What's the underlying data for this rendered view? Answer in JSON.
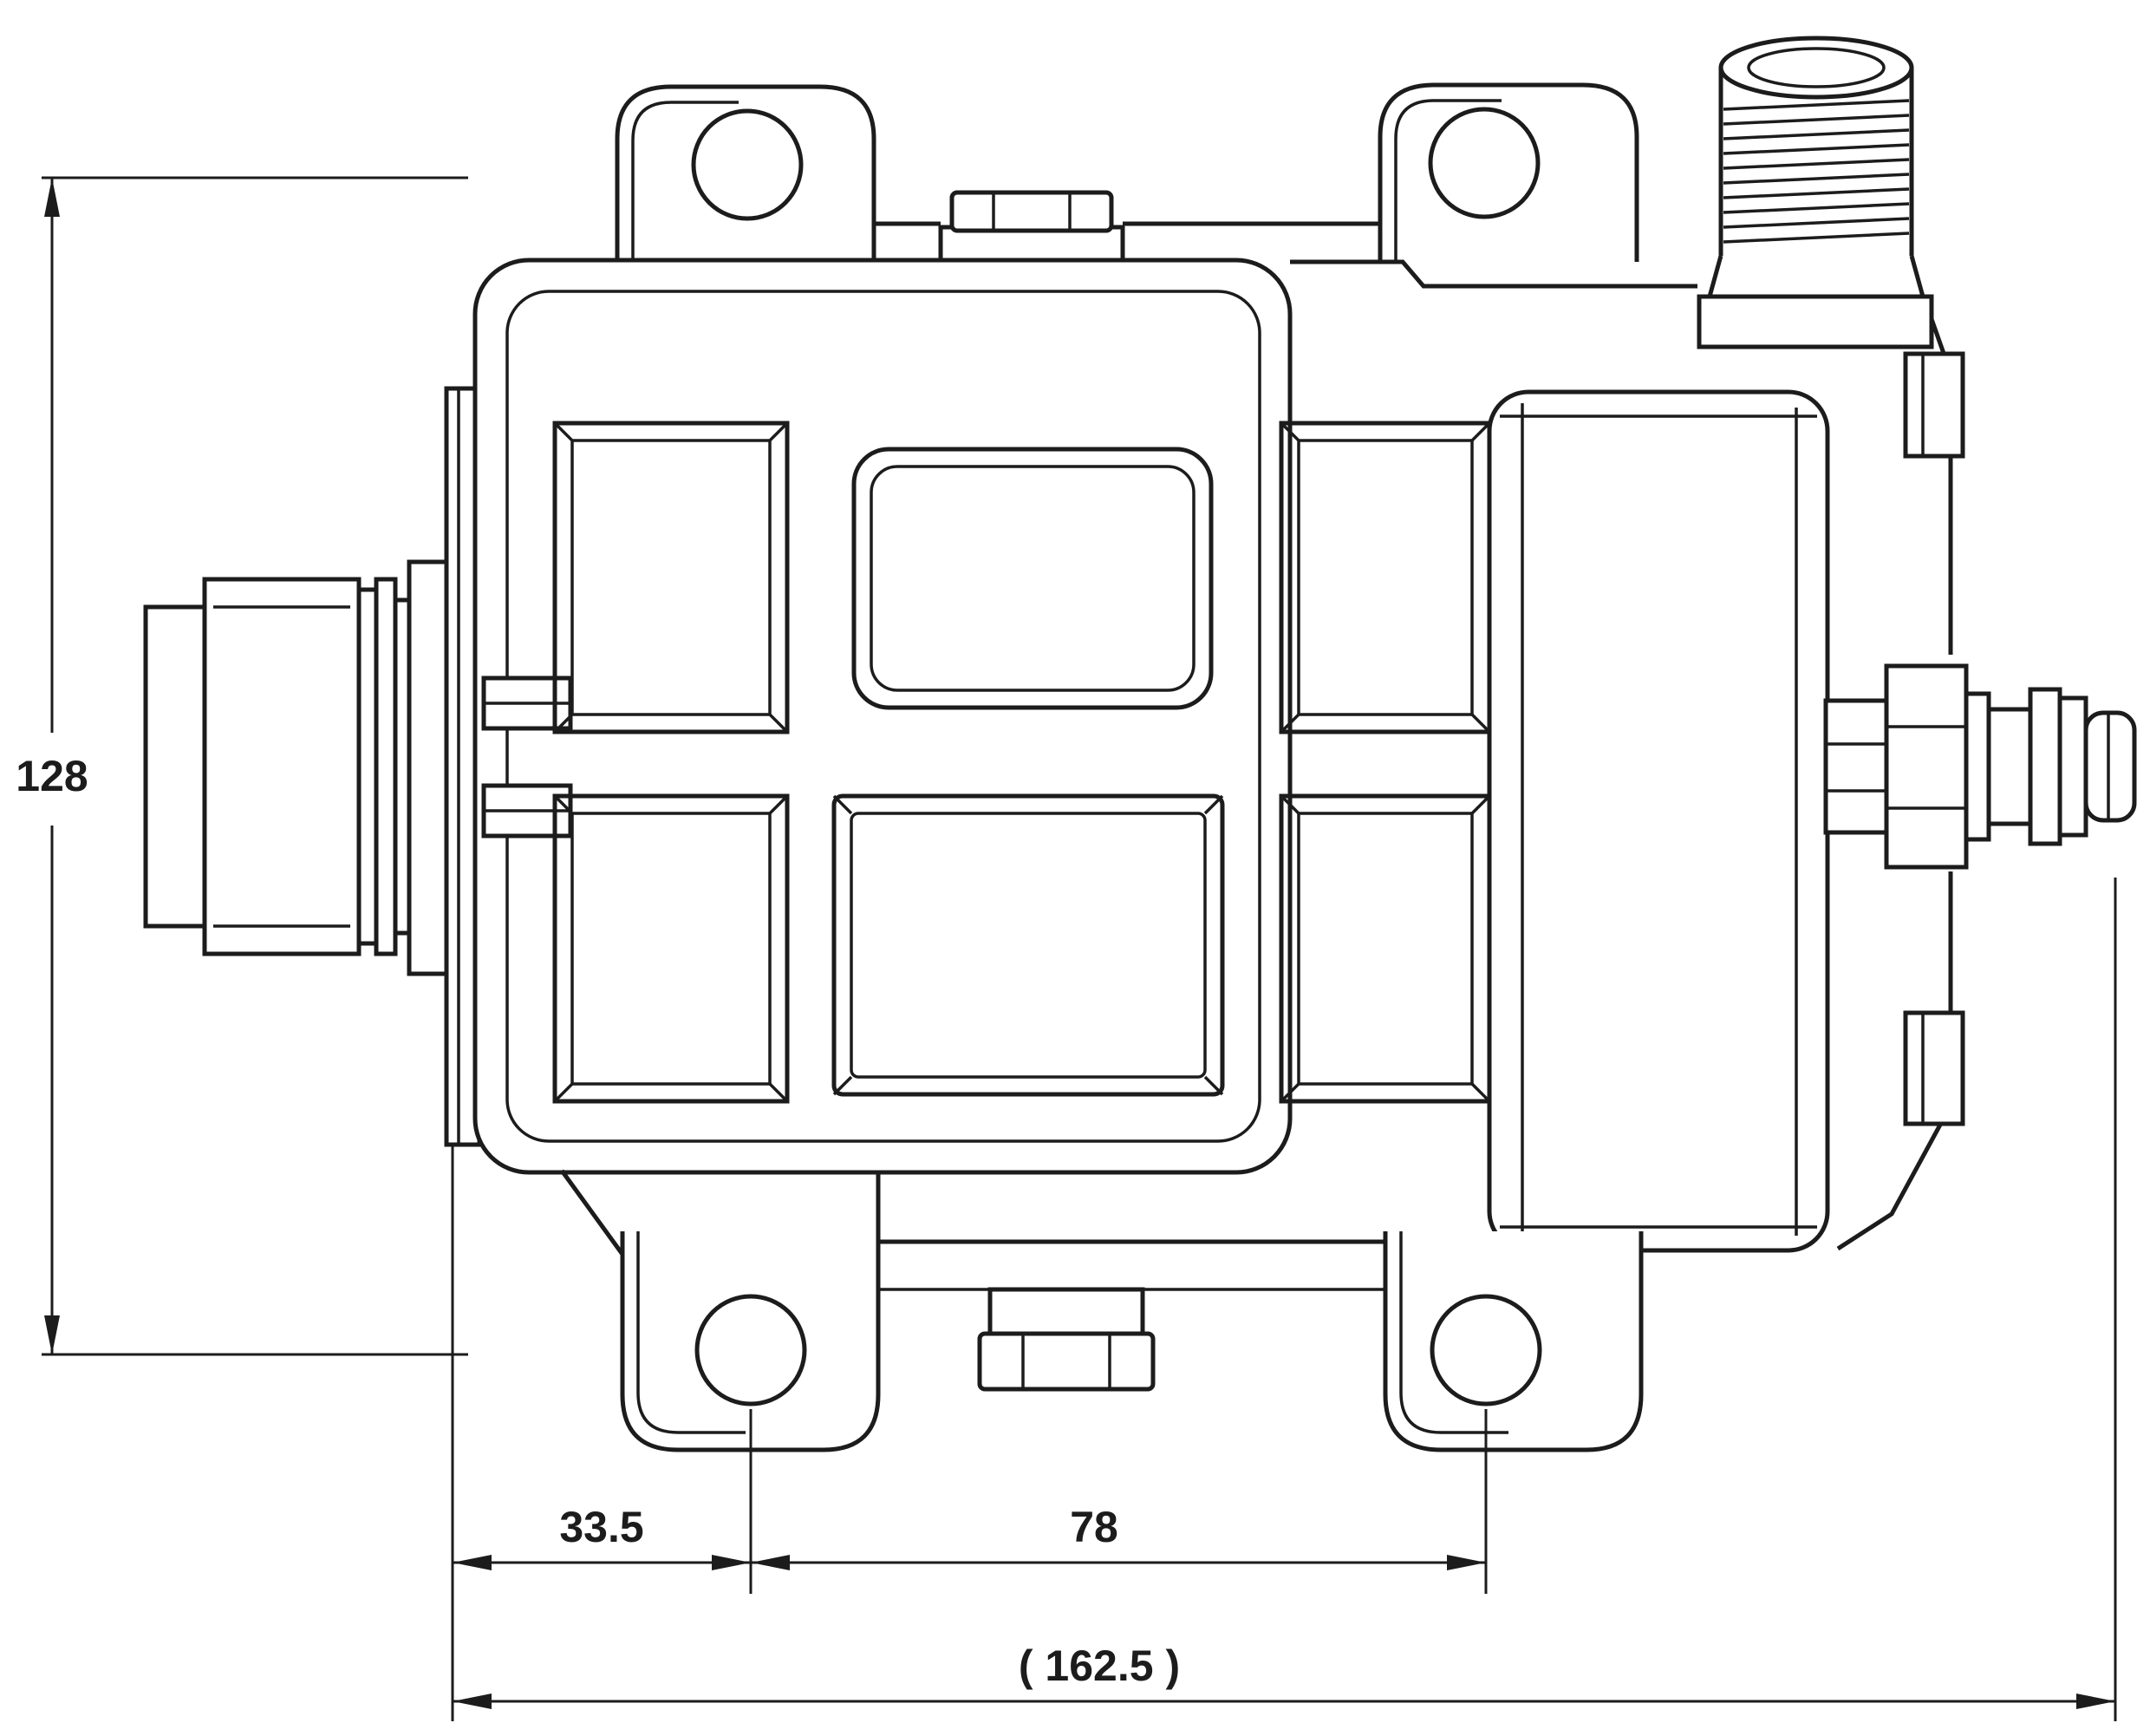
{
  "drawing": {
    "kind": "technical-dimension-drawing",
    "line_color": "#1c1c1c",
    "background_color": "#ffffff",
    "dimensions": {
      "height": {
        "value": "128"
      },
      "lug_offset": {
        "value": "33.5"
      },
      "lug_spacing": {
        "value": "78"
      },
      "overall_length": {
        "value": "( 162.5 )"
      }
    }
  }
}
